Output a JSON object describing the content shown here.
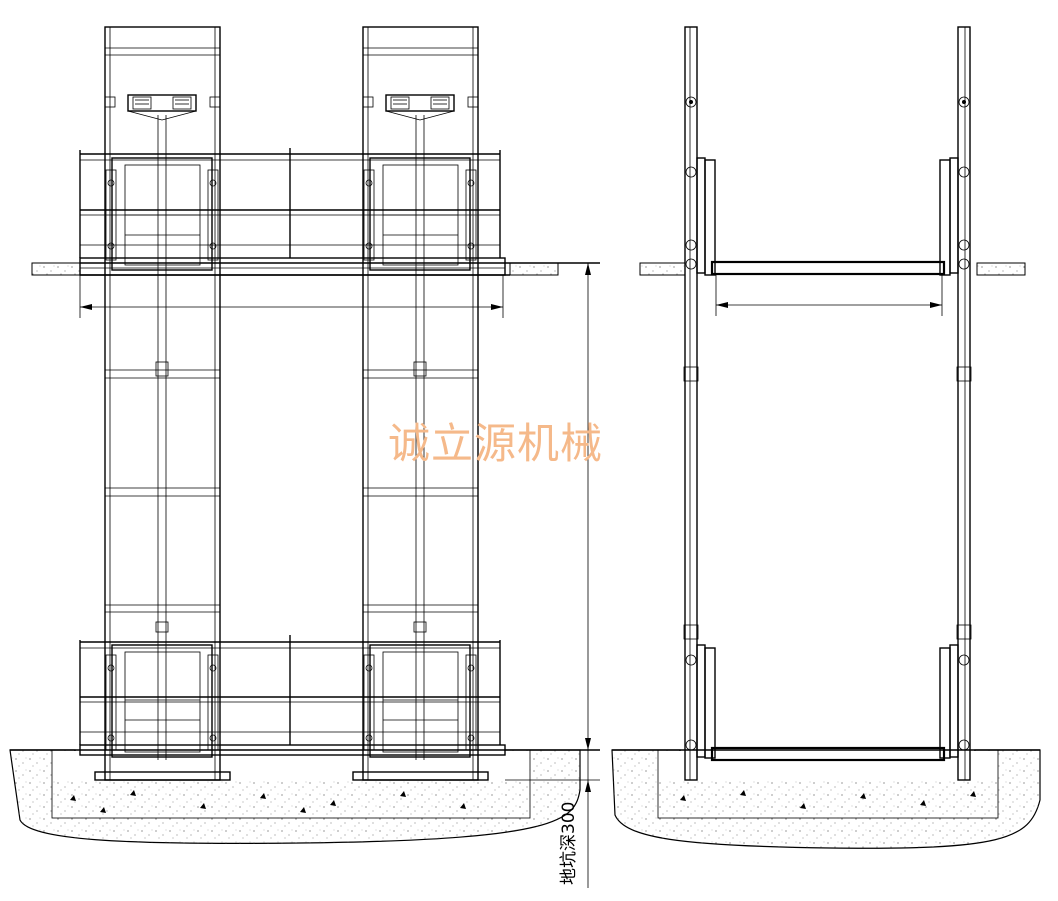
{
  "watermark": "诚立源机械",
  "dimension_label": "地坑深300",
  "views": [
    "front-elevation",
    "side-elevation"
  ],
  "colors": {
    "line": "#000000",
    "watermark": "#f5b98a",
    "background": "#ffffff"
  }
}
